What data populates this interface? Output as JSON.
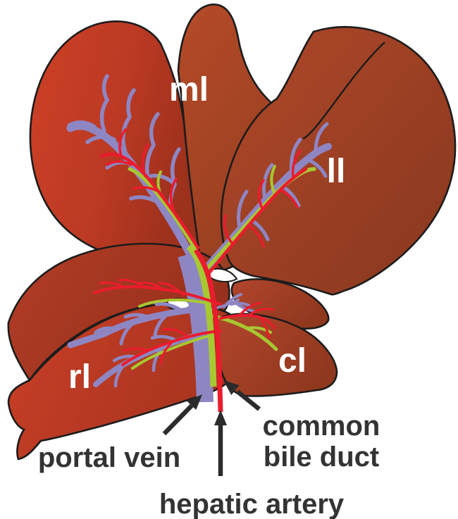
{
  "labels": {
    "ml": "ml",
    "ll": "ll",
    "rl": "rl",
    "cl": "cl",
    "portal_vein": "portal vein",
    "hepatic_artery": "hepatic artery",
    "common_bile_duct_line1": "common",
    "common_bile_duct_line2": "bile duct"
  },
  "colors": {
    "portal_vein": "#8e86c3",
    "hepatic_artery": "#ea1c2d",
    "bile_duct": "#a7c832",
    "lobe_label_text": "#ffffff",
    "annotation_text": "#333333",
    "arrow": "#2b2b2b",
    "outline": "#1c1c1c",
    "liver_bright_red": "#cd4026",
    "liver_dark_red": "#9c311c",
    "liver_brown": "#ad4629",
    "background": "#ffffff"
  }
}
